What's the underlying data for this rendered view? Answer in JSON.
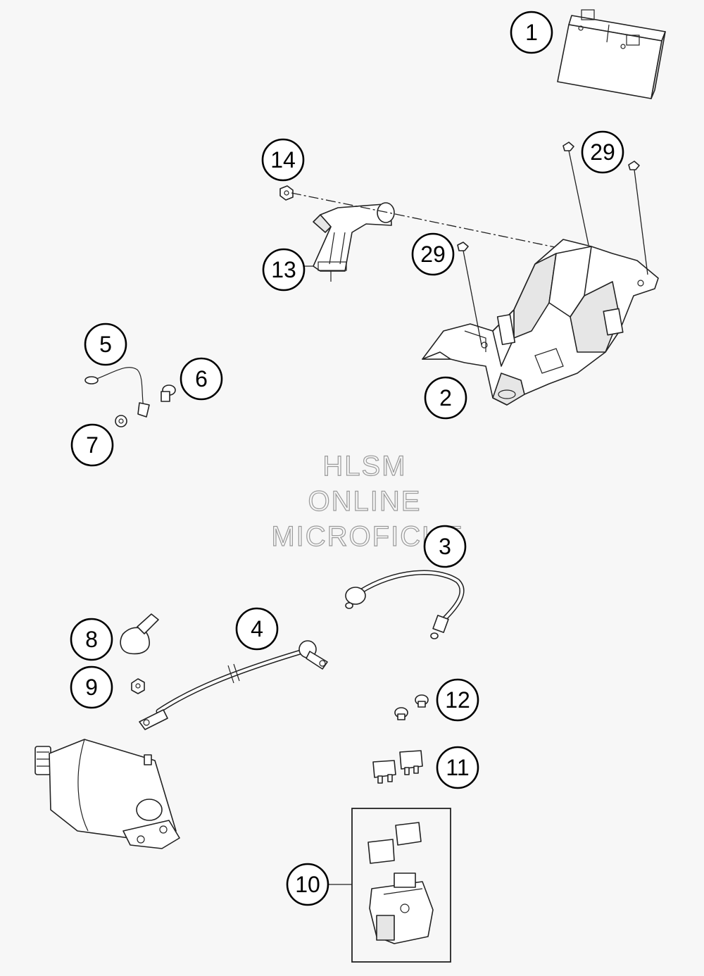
{
  "watermark": {
    "line1": "HLSM",
    "line2": "ONLINE",
    "line3": "MICROFICHE"
  },
  "callouts": [
    {
      "id": "c1",
      "label": "1"
    },
    {
      "id": "c2",
      "label": "2"
    },
    {
      "id": "c3",
      "label": "3"
    },
    {
      "id": "c4",
      "label": "4"
    },
    {
      "id": "c5",
      "label": "5"
    },
    {
      "id": "c6",
      "label": "6"
    },
    {
      "id": "c7",
      "label": "7"
    },
    {
      "id": "c8",
      "label": "8"
    },
    {
      "id": "c9",
      "label": "9"
    },
    {
      "id": "c10",
      "label": "10"
    },
    {
      "id": "c11",
      "label": "11"
    },
    {
      "id": "c12",
      "label": "12"
    },
    {
      "id": "c13",
      "label": "13"
    },
    {
      "id": "c14",
      "label": "14"
    },
    {
      "id": "c29a",
      "label": "29"
    },
    {
      "id": "c29b",
      "label": "29"
    }
  ]
}
